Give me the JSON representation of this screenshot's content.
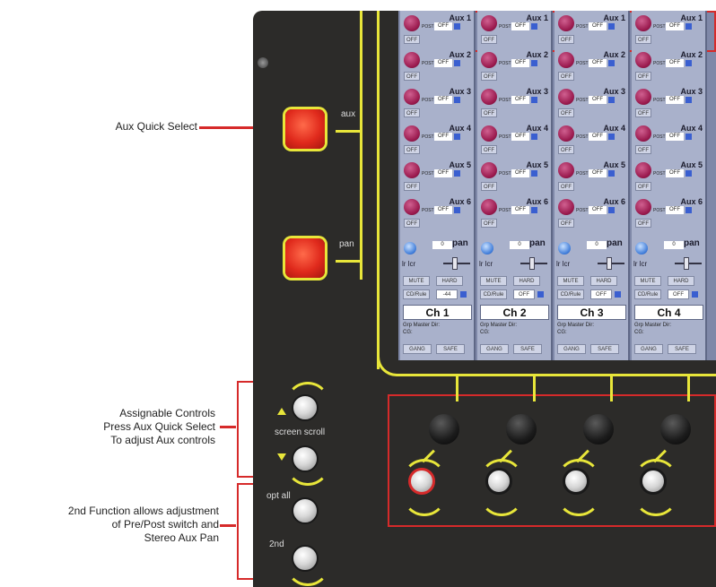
{
  "annotations": {
    "aux_quick_select": "Aux Quick Select",
    "assignable_line1": "Assignable Controls",
    "assignable_line2": "Press Aux Quick Select",
    "assignable_line3": "To adjust Aux controls",
    "second_fn_line1": "2nd Function allows adjustment",
    "second_fn_line2": "of Pre/Post switch and",
    "second_fn_line3": "Stereo Aux Pan"
  },
  "panel": {
    "aux_label": "aux",
    "pan_label": "pan",
    "screen_scroll_label": "screen scroll",
    "opt_all_label": "opt all",
    "second_label": "2nd"
  },
  "channels": [
    {
      "name": "Ch 1",
      "aux": [
        {
          "label": "Aux 1",
          "post": "POST",
          "state": "OFF",
          "off": "OFF"
        },
        {
          "label": "Aux 2",
          "post": "POST",
          "state": "OFF",
          "off": "OFF"
        },
        {
          "label": "Aux 3",
          "post": "POST",
          "state": "OFF",
          "off": "OFF"
        },
        {
          "label": "Aux 4",
          "post": "POST",
          "state": "OFF",
          "off": "OFF"
        },
        {
          "label": "Aux 5",
          "post": "POST",
          "state": "OFF",
          "off": "OFF"
        },
        {
          "label": "Aux 6",
          "post": "POST",
          "state": "OFF",
          "off": "OFF"
        }
      ],
      "pan_value": "0",
      "pan_label": "pan",
      "lr_label": "lr  lcr",
      "mute": "MUTE",
      "hard": "HARD",
      "cd_label": "CD/Rule",
      "cd_value": "-44",
      "group": "Grp Master Dir:",
      "cg": "CG:",
      "gang": "GANG",
      "safe": "SAFE"
    },
    {
      "name": "Ch 2",
      "aux": [
        {
          "label": "Aux 1",
          "post": "POST",
          "state": "OFF",
          "off": "OFF"
        },
        {
          "label": "Aux 2",
          "post": "POST",
          "state": "OFF",
          "off": "OFF"
        },
        {
          "label": "Aux 3",
          "post": "POST",
          "state": "OFF",
          "off": "OFF"
        },
        {
          "label": "Aux 4",
          "post": "POST",
          "state": "OFF",
          "off": "OFF"
        },
        {
          "label": "Aux 5",
          "post": "POST",
          "state": "OFF",
          "off": "OFF"
        },
        {
          "label": "Aux 6",
          "post": "POST",
          "state": "OFF",
          "off": "OFF"
        }
      ],
      "pan_value": "0",
      "pan_label": "pan",
      "lr_label": "lr  lcr",
      "mute": "MUTE",
      "hard": "HARD",
      "cd_label": "CD/Rule",
      "cd_value": "OFF",
      "group": "Grp Master Dir:",
      "cg": "CG:",
      "gang": "GANG",
      "safe": "SAFE"
    },
    {
      "name": "Ch 3",
      "aux": [
        {
          "label": "Aux 1",
          "post": "POST",
          "state": "OFF",
          "off": "OFF"
        },
        {
          "label": "Aux 2",
          "post": "POST",
          "state": "OFF",
          "off": "OFF"
        },
        {
          "label": "Aux 3",
          "post": "POST",
          "state": "OFF",
          "off": "OFF"
        },
        {
          "label": "Aux 4",
          "post": "POST",
          "state": "OFF",
          "off": "OFF"
        },
        {
          "label": "Aux 5",
          "post": "POST",
          "state": "OFF",
          "off": "OFF"
        },
        {
          "label": "Aux 6",
          "post": "POST",
          "state": "OFF",
          "off": "OFF"
        }
      ],
      "pan_value": "0",
      "pan_label": "pan",
      "lr_label": "lr  lcr",
      "mute": "MUTE",
      "hard": "HARD",
      "cd_label": "CD/Rule",
      "cd_value": "OFF",
      "group": "Grp Master Dir:",
      "cg": "CG:",
      "gang": "GANG",
      "safe": "SAFE"
    },
    {
      "name": "Ch 4",
      "aux": [
        {
          "label": "Aux 1",
          "post": "POST",
          "state": "OFF",
          "off": "OFF"
        },
        {
          "label": "Aux 2",
          "post": "POST",
          "state": "OFF",
          "off": "OFF"
        },
        {
          "label": "Aux 3",
          "post": "POST",
          "state": "OFF",
          "off": "OFF"
        },
        {
          "label": "Aux 4",
          "post": "POST",
          "state": "OFF",
          "off": "OFF"
        },
        {
          "label": "Aux 5",
          "post": "POST",
          "state": "OFF",
          "off": "OFF"
        },
        {
          "label": "Aux 6",
          "post": "POST",
          "state": "OFF",
          "off": "OFF"
        }
      ],
      "pan_value": "0",
      "pan_label": "pan",
      "lr_label": "lr  lcr",
      "mute": "MUTE",
      "hard": "HARD",
      "cd_label": "CD/Rule",
      "cd_value": "OFF",
      "group": "Grp Master Dir:",
      "cg": "CG:",
      "gang": "GANG",
      "safe": "SAFE"
    }
  ],
  "colors": {
    "highlight": "#d62a2a",
    "accent_yellow": "#e8e63a",
    "panel_dark": "#2c2b29",
    "screen_strip": "#a9b1cb"
  }
}
